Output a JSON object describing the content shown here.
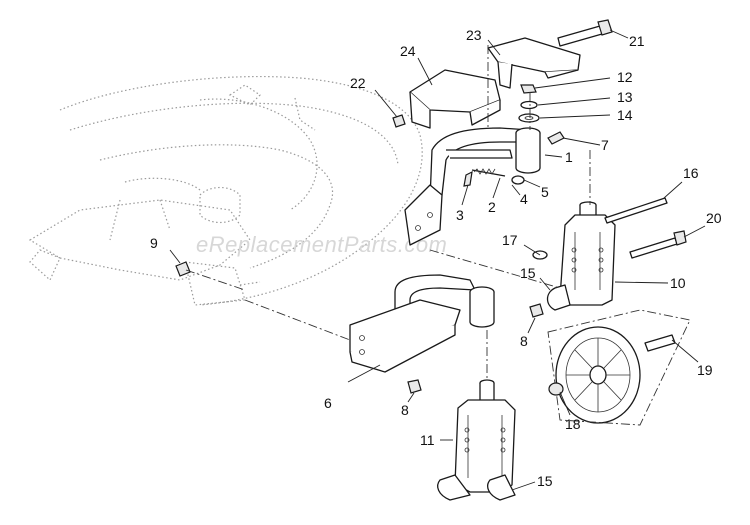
{
  "watermark": "eReplacementParts.com",
  "callouts": [
    {
      "id": "c1",
      "text": "1"
    },
    {
      "id": "c2",
      "text": "2"
    },
    {
      "id": "c3",
      "text": "3"
    },
    {
      "id": "c4",
      "text": "4"
    },
    {
      "id": "c5",
      "text": "5"
    },
    {
      "id": "c6",
      "text": "6"
    },
    {
      "id": "c7",
      "text": "7"
    },
    {
      "id": "c8a",
      "text": "8"
    },
    {
      "id": "c8b",
      "text": "8"
    },
    {
      "id": "c9",
      "text": "9"
    },
    {
      "id": "c10",
      "text": "10"
    },
    {
      "id": "c11",
      "text": "11"
    },
    {
      "id": "c12",
      "text": "12"
    },
    {
      "id": "c13",
      "text": "13"
    },
    {
      "id": "c14",
      "text": "14"
    },
    {
      "id": "c15a",
      "text": "15"
    },
    {
      "id": "c15b",
      "text": "15"
    },
    {
      "id": "c16",
      "text": "16"
    },
    {
      "id": "c17",
      "text": "17"
    },
    {
      "id": "c18",
      "text": "18"
    },
    {
      "id": "c19",
      "text": "19"
    },
    {
      "id": "c20",
      "text": "20"
    },
    {
      "id": "c21",
      "text": "21"
    },
    {
      "id": "c22",
      "text": "22"
    },
    {
      "id": "c23",
      "text": "23"
    },
    {
      "id": "c24",
      "text": "24"
    }
  ]
}
